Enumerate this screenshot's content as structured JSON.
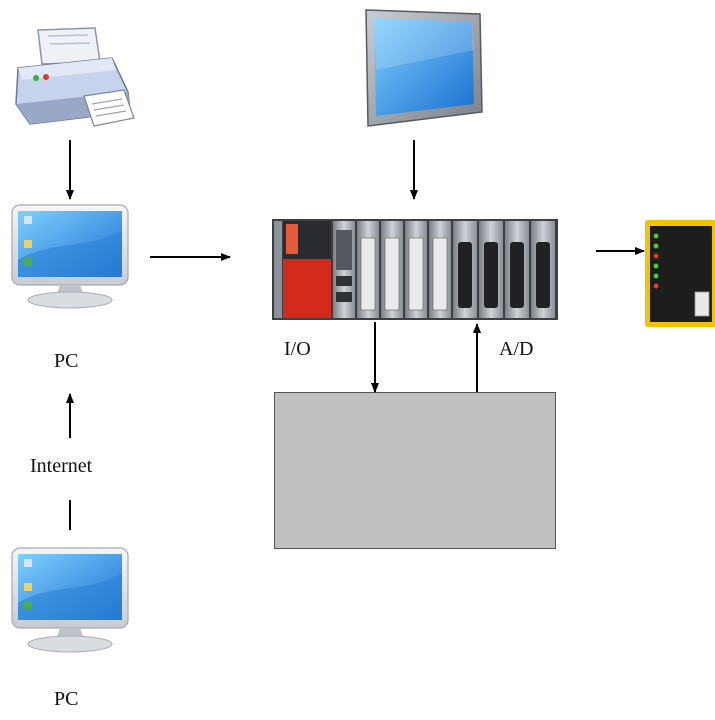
{
  "labels": {
    "pc_top": "PC",
    "pc_bottom": "PC",
    "internet": "Internet",
    "io": "I/O",
    "ad": "A/D"
  },
  "icons": {
    "printer": "printer-icon",
    "monitor": "monitor-icon",
    "pc": "desktop-computer-icon",
    "plc": "plc-rack-icon",
    "controller": "controller-module-icon"
  },
  "colors": {
    "box_fill": "#c0c0c0",
    "screen_blue": "#3aa0e8",
    "plc_red": "#d42a1a",
    "controller_yellow": "#f2c400"
  }
}
